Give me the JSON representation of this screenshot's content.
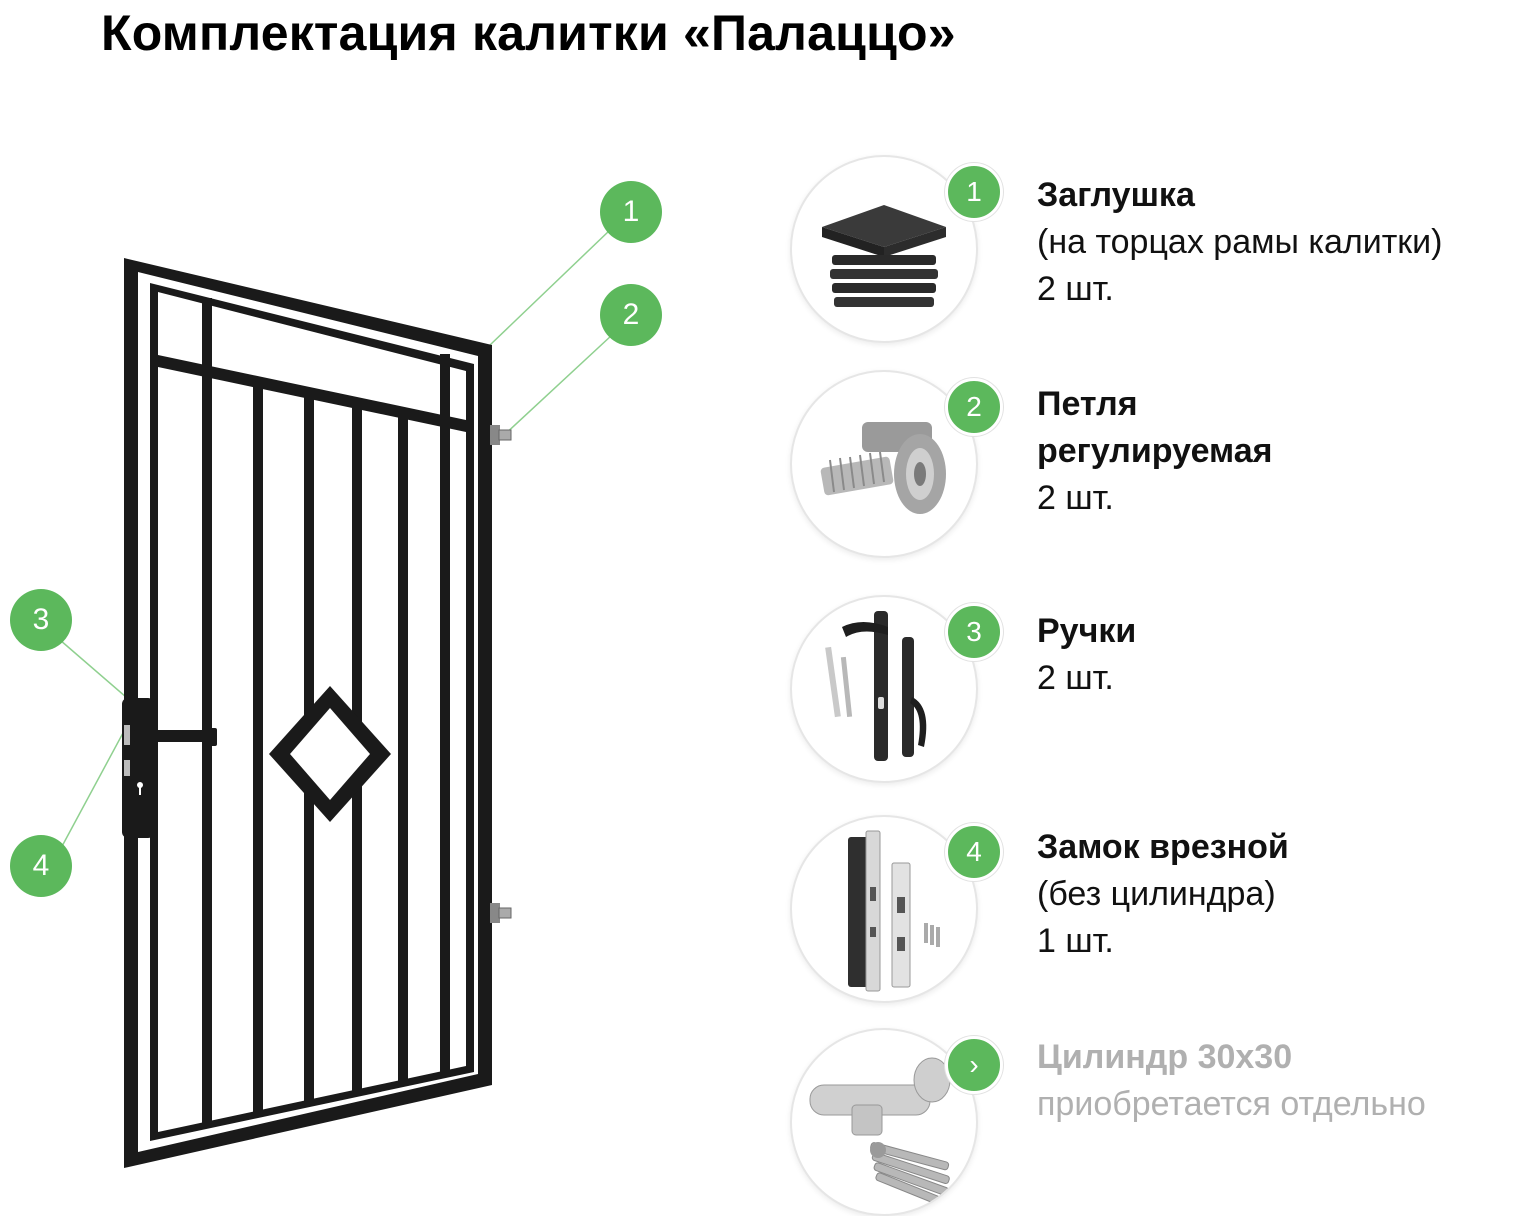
{
  "title": "Комплектация калитки «Палаццо»",
  "accent_color": "#5cb85c",
  "callouts": [
    "1",
    "2",
    "3",
    "4"
  ],
  "items": [
    {
      "number": "1",
      "icon": "end-cap-icon",
      "name": "Заглушка",
      "desc": "(на торцах рамы калитки)",
      "qty": "2 шт."
    },
    {
      "number": "2",
      "icon": "adjustable-hinge-icon",
      "name": "Петля",
      "name2": "регулируемая",
      "qty": "2 шт."
    },
    {
      "number": "3",
      "icon": "handles-icon",
      "name": "Ручки",
      "qty": "2 шт."
    },
    {
      "number": "4",
      "icon": "mortise-lock-icon",
      "name": "Замок врезной",
      "desc": "(без цилиндра)",
      "qty": "1 шт."
    },
    {
      "number": "›",
      "icon": "lock-cylinder-icon",
      "name": "Цилиндр 30х30",
      "desc": "приобретается отдельно"
    }
  ]
}
